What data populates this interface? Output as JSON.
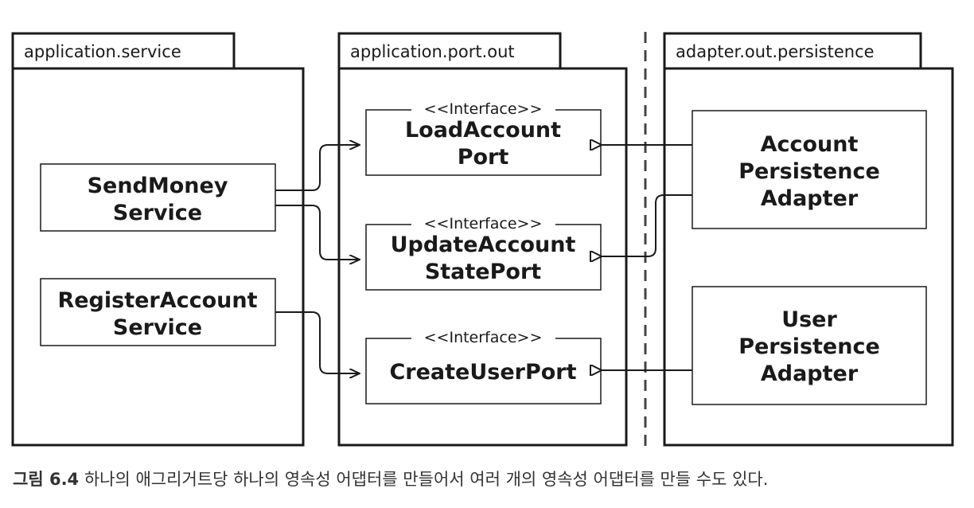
{
  "packages": {
    "service": {
      "label": "application.service"
    },
    "port": {
      "label": "application.port.out"
    },
    "persistence": {
      "label": "adapter.out.persistence"
    }
  },
  "services": [
    {
      "line1": "SendMoney",
      "line2": "Service"
    },
    {
      "line1": "RegisterAccount",
      "line2": "Service"
    }
  ],
  "ports": [
    {
      "stereotype": "<<Interface>>",
      "line1": "LoadAccount",
      "line2": "Port"
    },
    {
      "stereotype": "<<Interface>>",
      "line1": "UpdateAccount",
      "line2": "StatePort"
    },
    {
      "stereotype": "<<Interface>>",
      "line1": "CreateUserPort"
    }
  ],
  "adapters": [
    {
      "line1": "Account",
      "line2": "Persistence",
      "line3": "Adapter"
    },
    {
      "line1": "User",
      "line2": "Persistence",
      "line3": "Adapter"
    }
  ],
  "caption": {
    "figure": "그림 6.4",
    "text": "하나의 애그리거트당 하나의 영속성 어댑터를 만들어서 여러 개의 영속성 어댑터를 만들 수도 있다."
  }
}
